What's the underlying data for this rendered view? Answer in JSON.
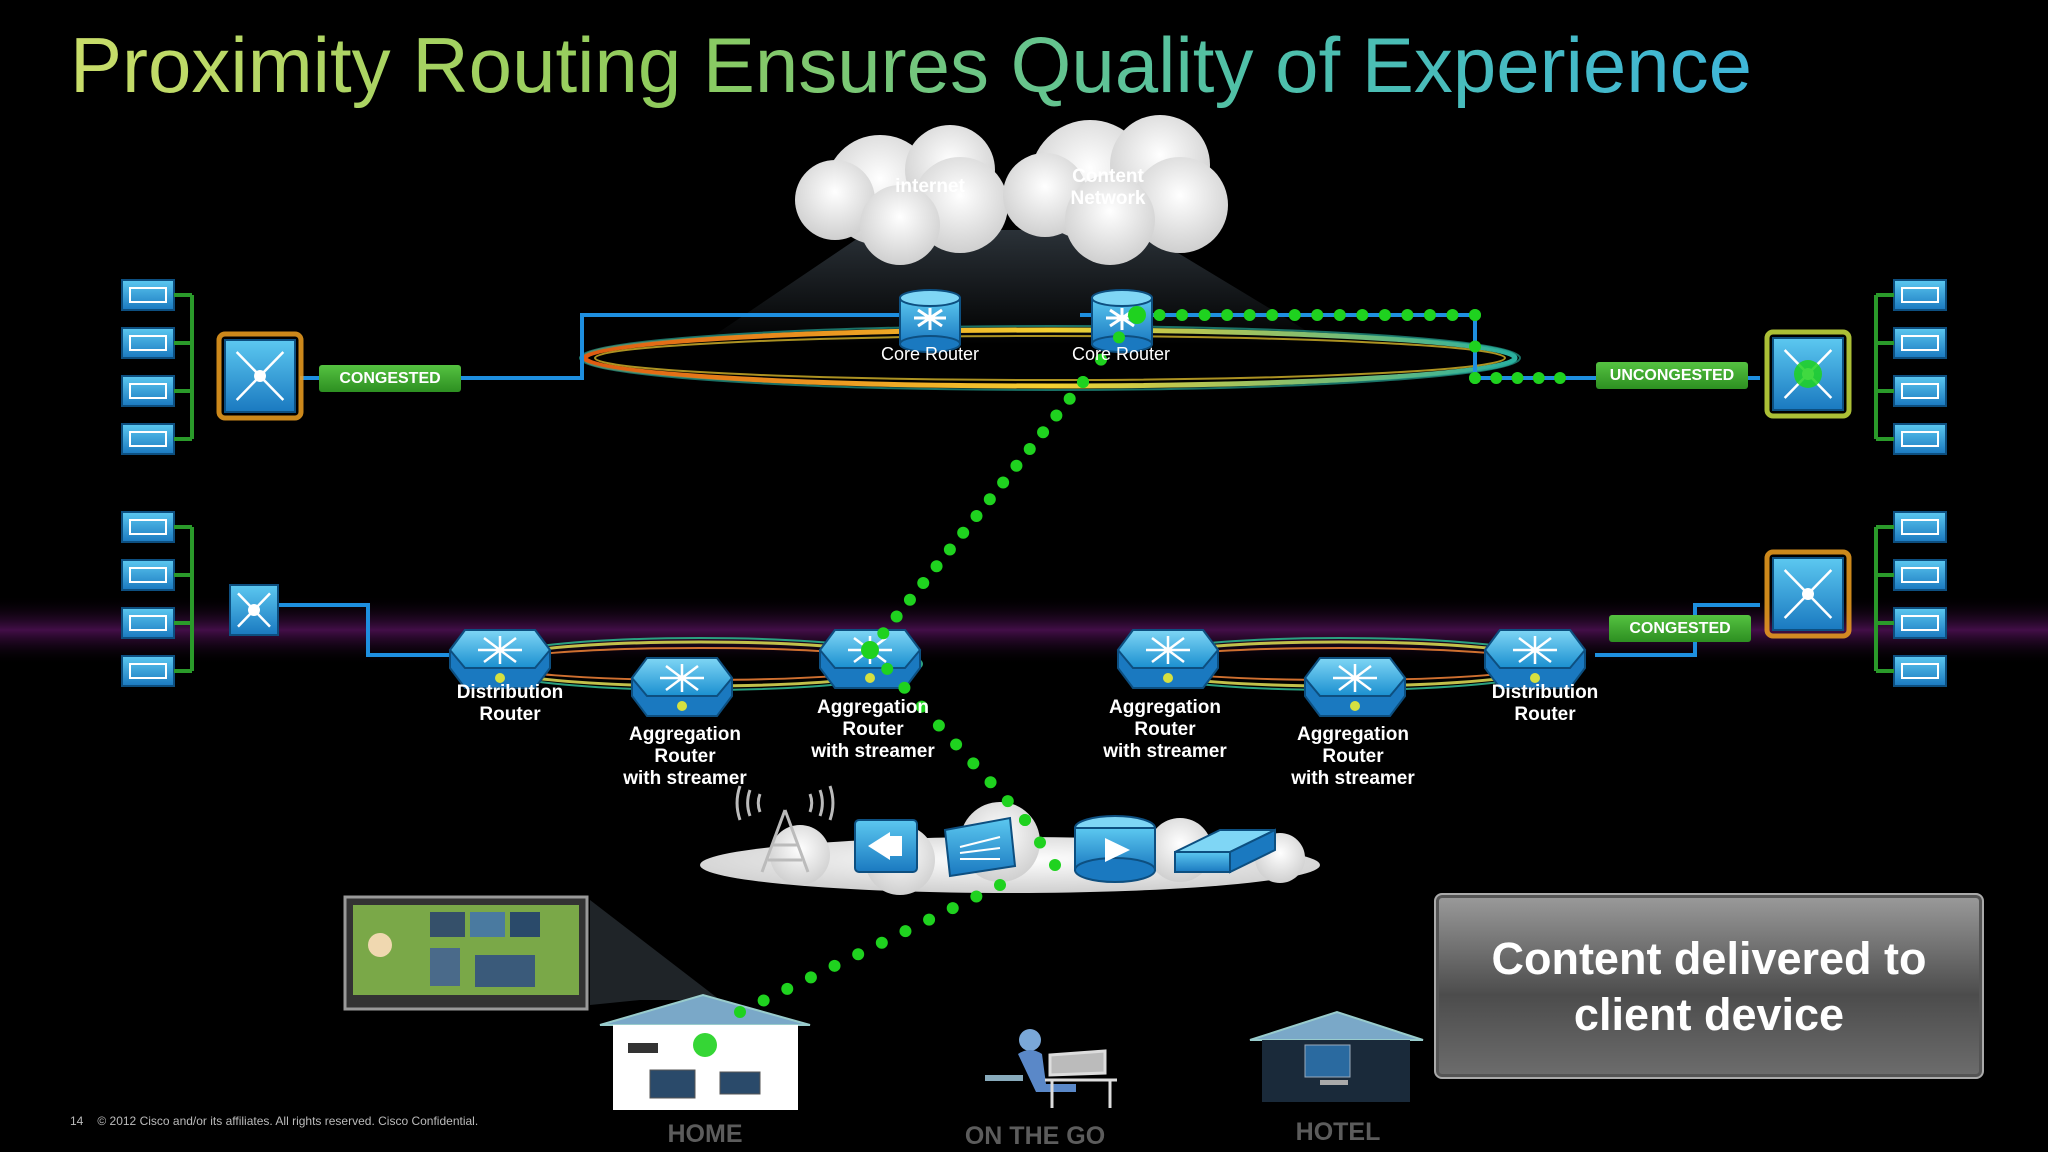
{
  "title": "Proximity Routing Ensures Quality of Experience",
  "clouds": {
    "internet": "internet",
    "content_network": "Content\nNetwork"
  },
  "core_router_label": "Core Router",
  "distribution_router_label": "Distribution\nRouter",
  "aggregation_router_label": "Aggregation\nRouter\nwith streamer",
  "status": {
    "congested": "CONGESTED",
    "uncongested": "UNCONGESTED"
  },
  "callout": "Content delivered to\nclient device",
  "locations": {
    "home": "HOME",
    "on_the_go": "ON THE GO",
    "hotel": "HOTEL"
  },
  "footer": {
    "page_number": "14",
    "copyright": "© 2012 Cisco and/or its affiliates. All rights reserved.   Cisco Confidential."
  },
  "colors": {
    "path_dots": "#1fd21f",
    "link": "#1e8fe0",
    "badge": "#3aa62c",
    "highlight": "#f0a020"
  }
}
